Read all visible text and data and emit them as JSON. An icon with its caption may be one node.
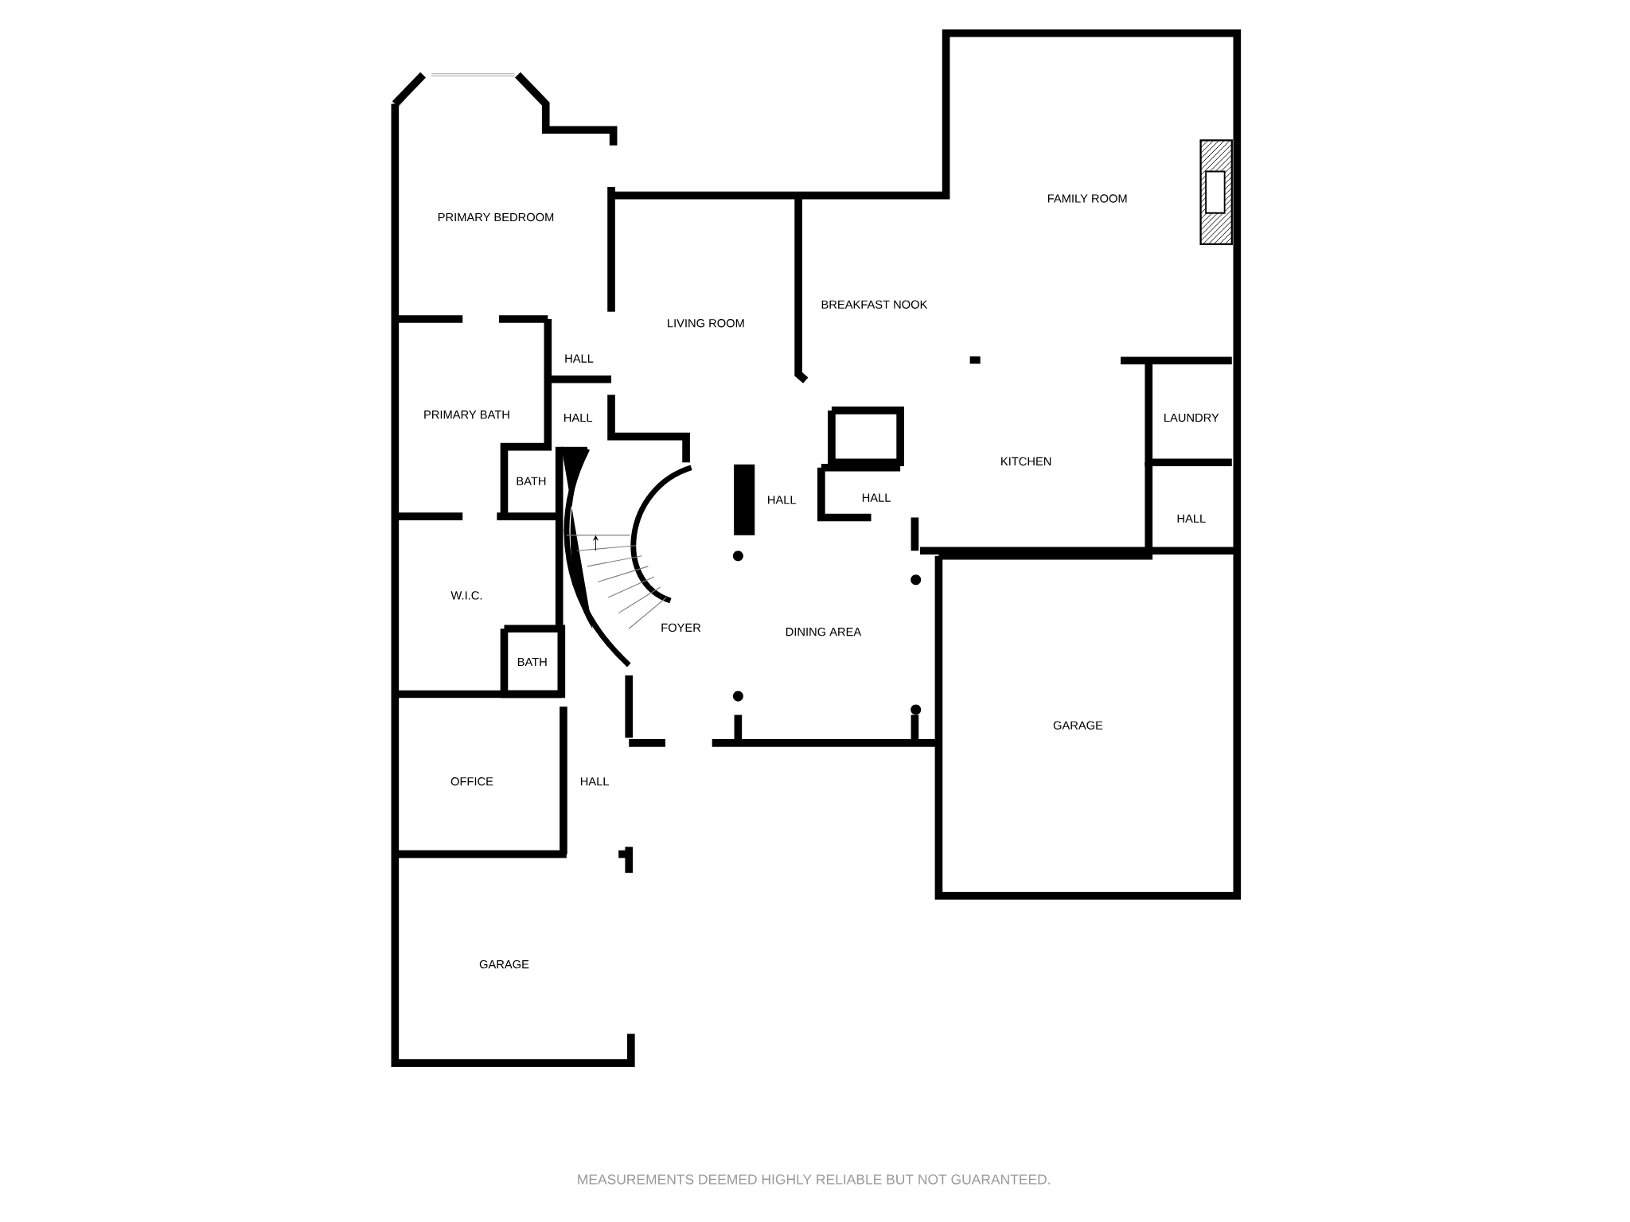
{
  "diagram": {
    "labels": [
      "PRIMARY BEDROOM",
      "LIVING ROOM",
      "BREAKFAST NOOK",
      "FAMILY ROOM",
      "HALL",
      "PRIMARY BATH",
      "HALL",
      "LAUNDRY",
      "KITCHEN",
      "BATH",
      "HALL",
      "HALL",
      "HALL",
      "W.I.C.",
      "FOYER",
      "DINING AREA",
      "BATH",
      "GARAGE",
      "OFFICE",
      "HALL",
      "GARAGE",
      "MEASUREMENTS DEEMED HIGHLY RELIABLE BUT NOT GUARANTEED."
    ]
  }
}
